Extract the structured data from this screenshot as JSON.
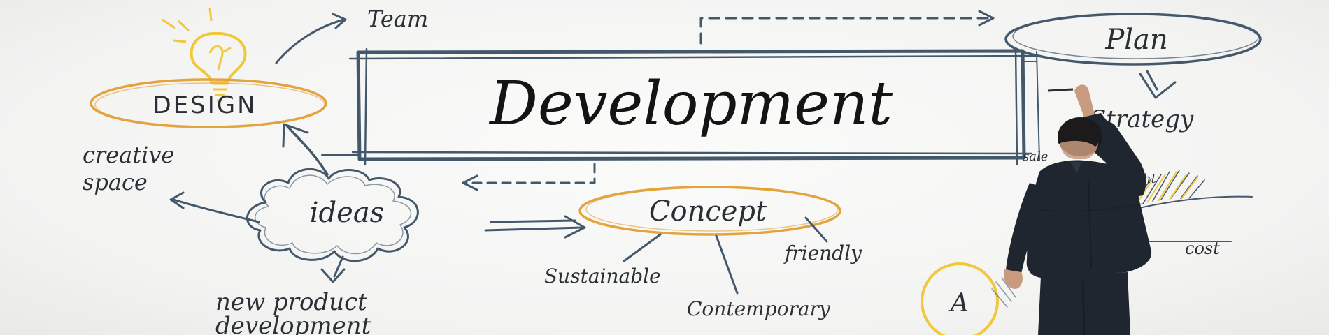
{
  "mindmap": {
    "center": "Development",
    "team": "Team",
    "plan": "Plan",
    "strategy": "Strategy",
    "design": "DESIGN",
    "creative_line1": "creative",
    "creative_line2": "space",
    "ideas": "ideas",
    "new_product_line1": "new product",
    "new_product_line2": "development",
    "concept": "Concept",
    "sustainable": "Sustainable",
    "friendly": "friendly",
    "contemporary": "Contemporary",
    "cost": "cost",
    "grade": "A",
    "partial_left": "sale",
    "partial_right": "ht"
  },
  "colors": {
    "ink": "#44586c",
    "accent_orange": "#e3a33d",
    "accent_yellow": "#f0c83a",
    "suit": "#1f2630"
  },
  "icons": [
    "lightbulb-icon"
  ]
}
